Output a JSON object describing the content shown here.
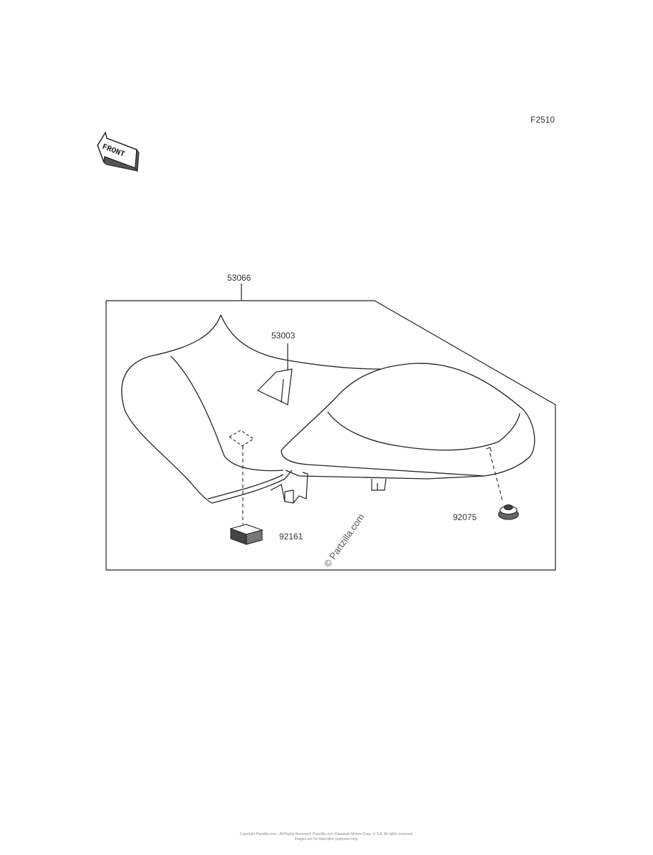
{
  "figure_code": "F2510",
  "front_badge": "FRONT",
  "parts": {
    "seat_assy": "53066",
    "seat_strap": "53003",
    "pad": "92161",
    "damper": "92075"
  },
  "watermark": "© Partzilla.com",
  "footer": {
    "line1": "Copyright Partzilla.com - All Rights Reserved. Partzilla.com, Kawasaki Motors Corp. U.S.A. All rights reserved.",
    "line2": "Images are for illustrative purposes only."
  },
  "colors": {
    "line": "#222222",
    "background": "#ffffff"
  }
}
